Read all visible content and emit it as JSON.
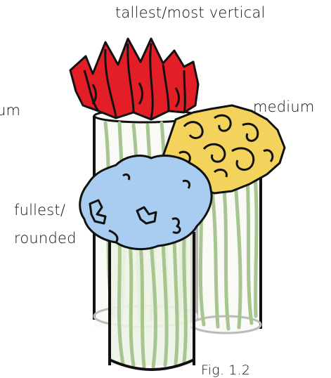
{
  "labels": {
    "tallest": "tallest/most vertical",
    "left_cut": "um",
    "medium": "medium",
    "fullest_line1": "fullest/",
    "fullest_line2": "rounded",
    "figure": "Fig. 1.2"
  },
  "colors": {
    "tulip": "#e41e26",
    "rose": "#f3d35c",
    "hydrangea": "#a8cdf0",
    "stem": "#a6c590",
    "outline": "#111111",
    "glass_water": "#eef3e6"
  },
  "icons": [
    "tulip-bouquet-icon",
    "rose-bouquet-icon",
    "hydrangea-bouquet-icon",
    "glass-vase-icon"
  ]
}
